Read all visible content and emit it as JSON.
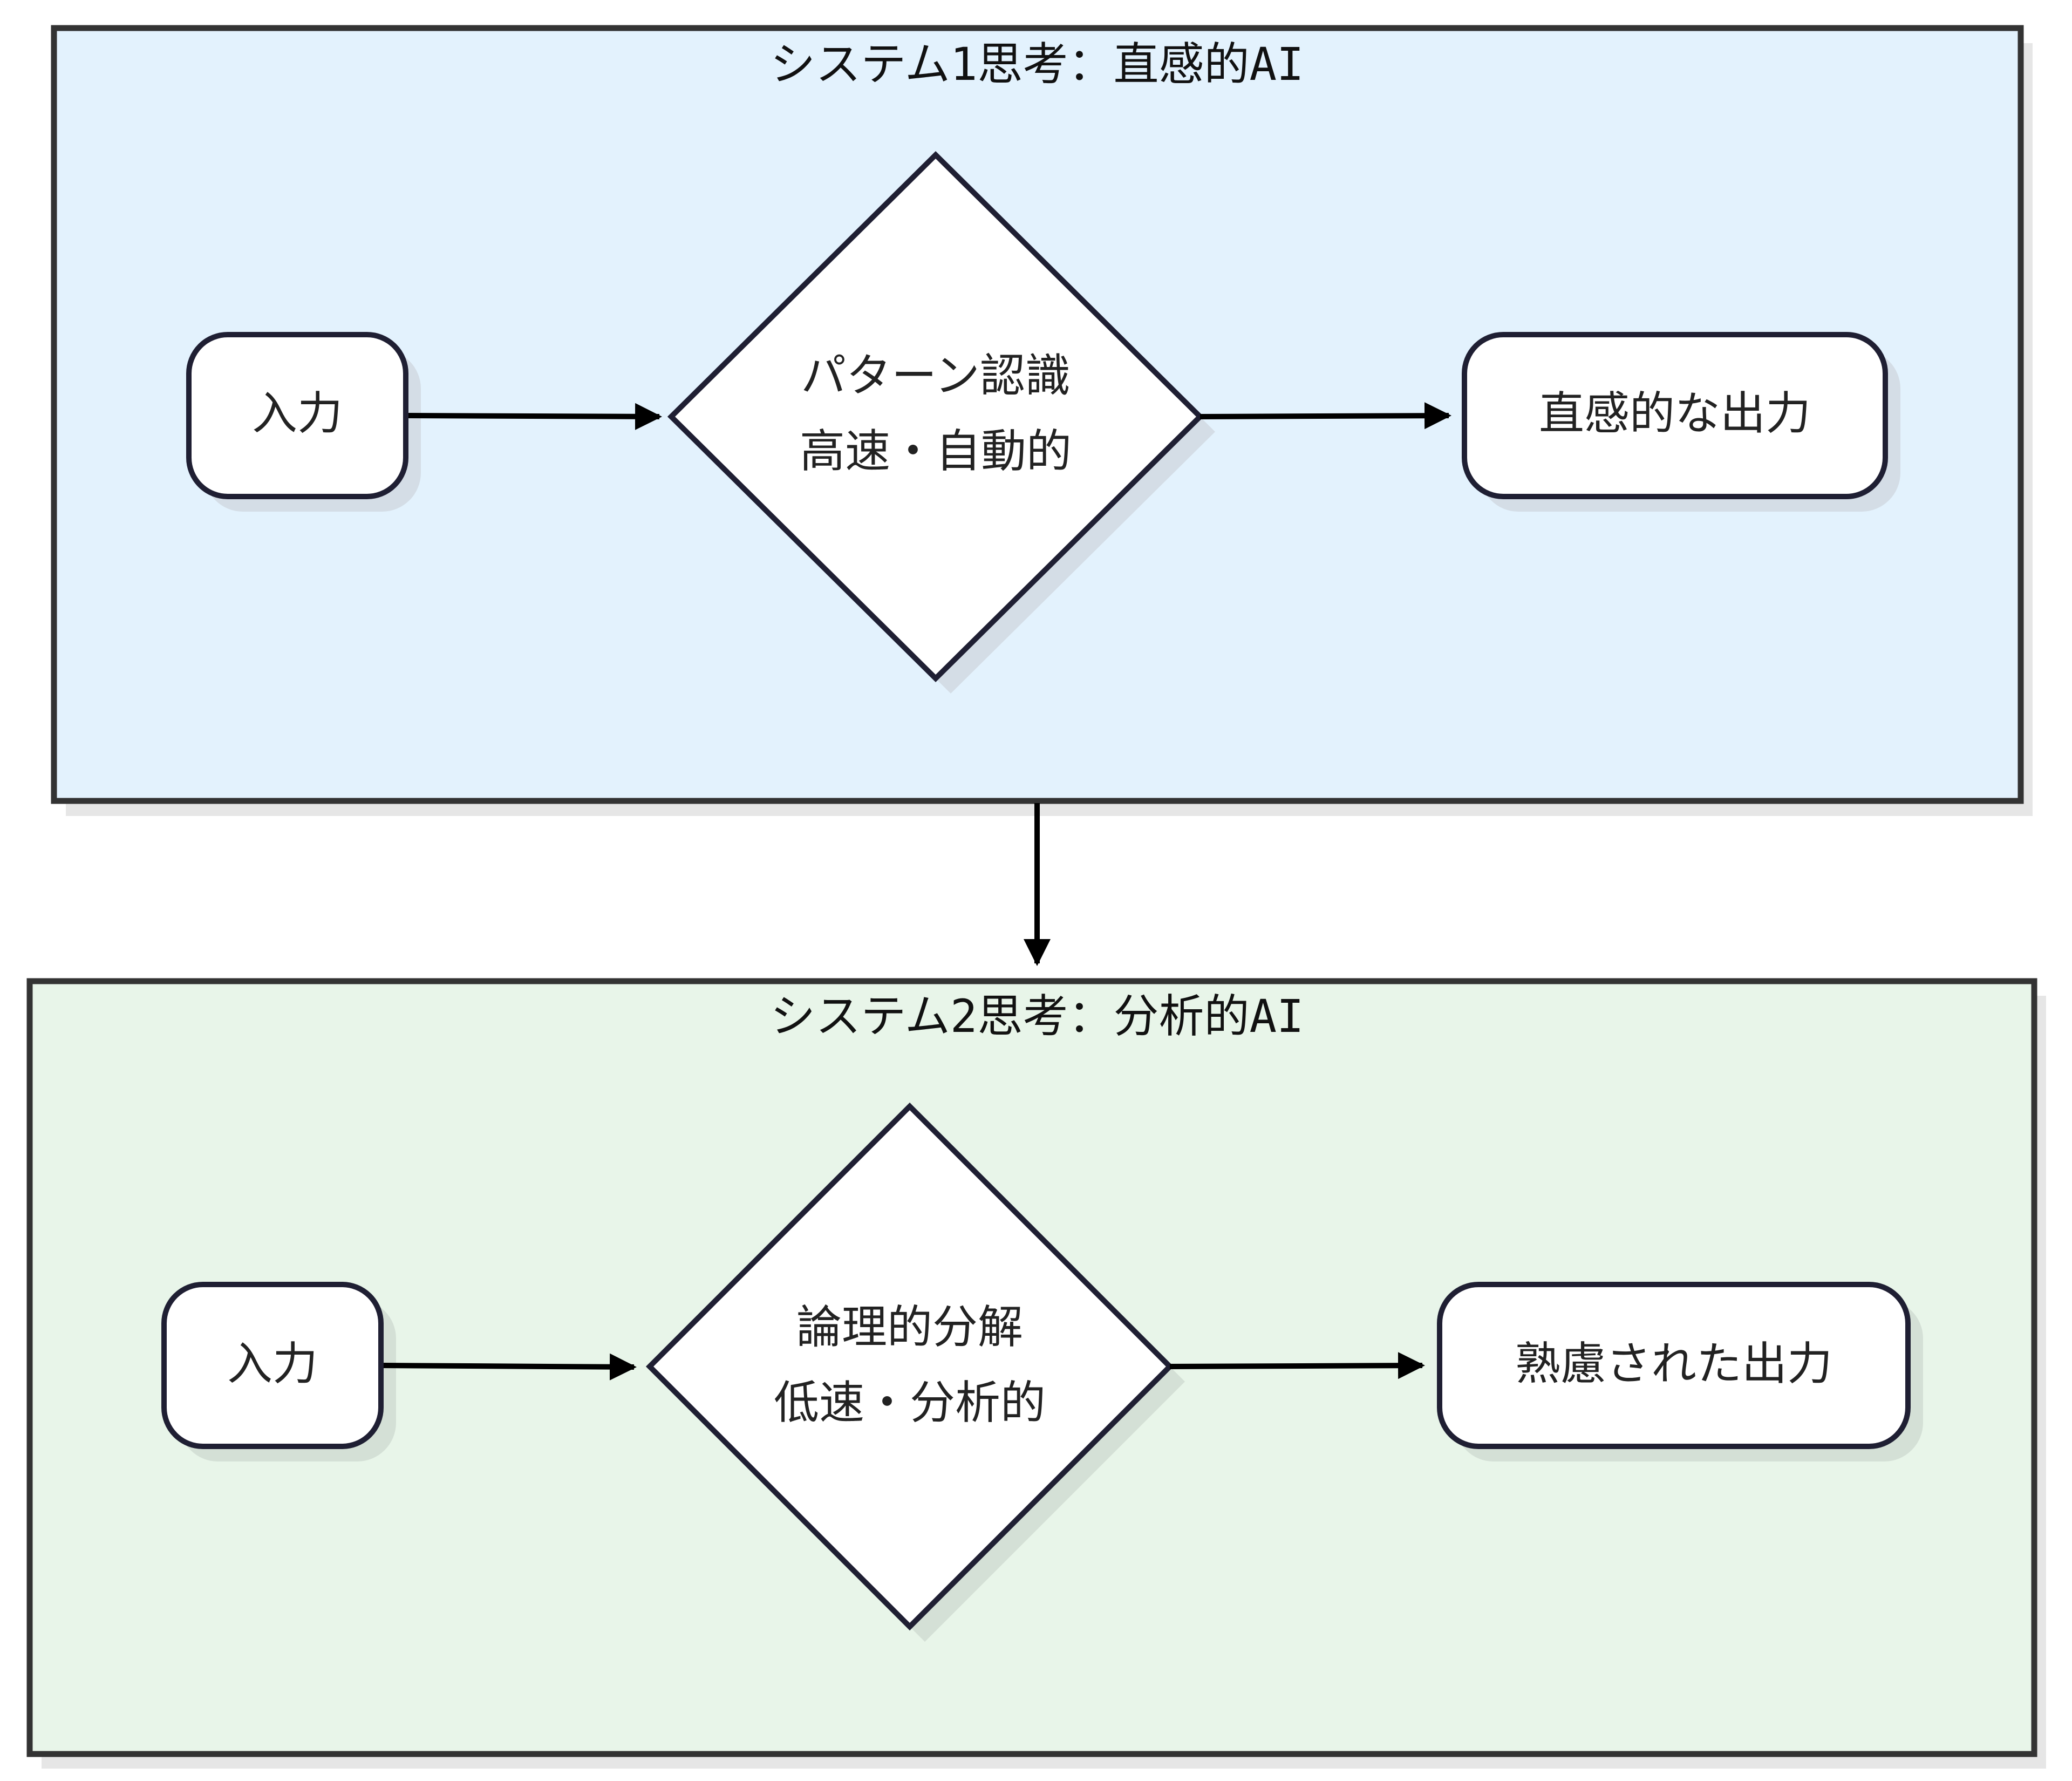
{
  "colors": {
    "system1_fill": "#e3f2fd",
    "system2_fill": "#e8f5e9",
    "border": "#333333",
    "node_border": "#1f1f33",
    "node_fill": "#ffffff",
    "arrow": "#000000"
  },
  "system1": {
    "title": "システム1思考：直感的AI",
    "input": "入力",
    "process_line1": "パターン認識",
    "process_line2": "高速・自動的",
    "output": "直感的な出力"
  },
  "system2": {
    "title": "システム2思考：分析的AI",
    "input": "入力",
    "process_line1": "論理的分解",
    "process_line2": "低速・分析的",
    "output": "熟慮された出力"
  }
}
